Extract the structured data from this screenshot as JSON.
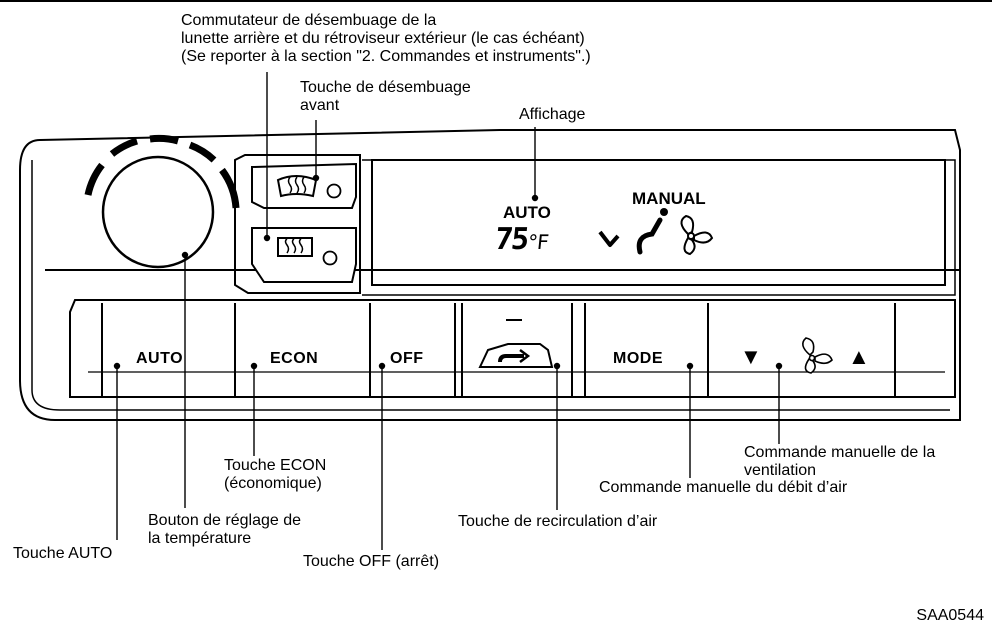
{
  "labels": {
    "rear_defog_line1": "Commutateur de désembuage de la",
    "rear_defog_line2": "lunette arrière et du rétroviseur  extérieur (le cas échéant)",
    "rear_defog_line3": "(Se reporter à la section \"2. Commandes et instruments\".)",
    "front_defog_line1": "Touche de désembuage",
    "front_defog_line2": "avant",
    "display": "Affichage",
    "econ_line1": "Touche ECON",
    "econ_line2": "(économique)",
    "temp_knob_line1": "Bouton de réglage de",
    "temp_knob_line2": "la température",
    "auto_key": "Touche AUTO",
    "off_key": "Touche OFF (arrêt)",
    "recirc": "Touche de recirculation d’air",
    "fan_line1": "Commande manuelle de la",
    "fan_line2": "ventilation",
    "mode": "Commande manuelle du débit d’air"
  },
  "panel": {
    "display_auto": "AUTO",
    "display_temp": "75",
    "display_unit": "°F",
    "display_manual": "MANUAL",
    "btn_auto": "AUTO",
    "btn_econ": "ECON",
    "btn_off": "OFF",
    "btn_mode": "MODE",
    "fan_down": "▼",
    "fan_up": "▲"
  },
  "figure_code": "SAA0544"
}
